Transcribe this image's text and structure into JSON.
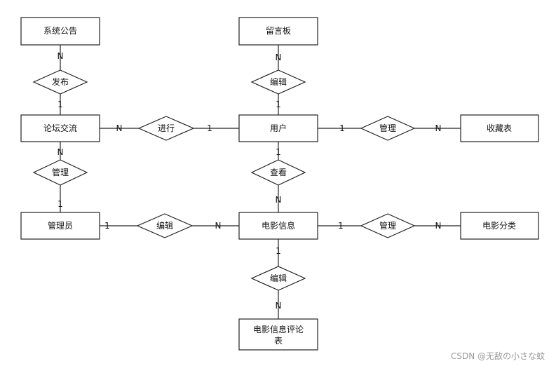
{
  "entities": {
    "notice": "系统公告",
    "board": "留言板",
    "forum": "论坛交流",
    "user": "用户",
    "favorites": "收藏表",
    "admin": "管理员",
    "movie": "电影信息",
    "category": "电影分类",
    "review_line1": "电影信息评论",
    "review_line2": "表"
  },
  "relations": {
    "publish": "发布",
    "edit_board": "编辑",
    "conduct": "进行",
    "manage_fav": "管理",
    "manage_forum": "管理",
    "view": "查看",
    "edit_movie": "编辑",
    "manage_cat": "管理",
    "edit_review": "编辑"
  },
  "cardinality": {
    "one": "1",
    "many": "N"
  },
  "colors": {
    "stroke": "#222222",
    "fill": "#ffffff"
  },
  "watermark": "CSDN @无敌の小さな蚊"
}
